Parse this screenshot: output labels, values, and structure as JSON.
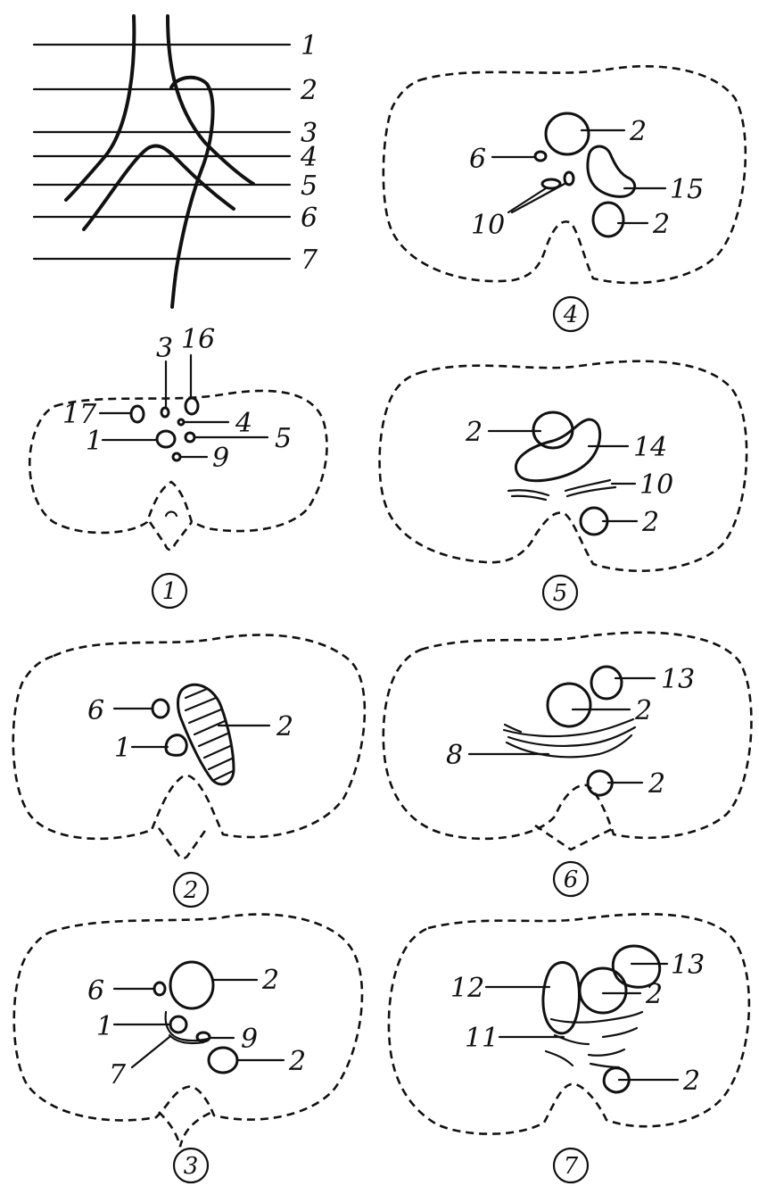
{
  "levels": {
    "labels": [
      "1",
      "2",
      "3",
      "4",
      "5",
      "6",
      "7"
    ]
  },
  "panels": [
    {
      "number": "1",
      "labels": [
        "3",
        "16",
        "17",
        "4",
        "1",
        "5",
        "9"
      ]
    },
    {
      "number": "2",
      "labels": [
        "6",
        "1",
        "2"
      ]
    },
    {
      "number": "3",
      "labels": [
        "6",
        "2",
        "1",
        "9",
        "7",
        "2"
      ]
    },
    {
      "number": "4",
      "labels": [
        "2",
        "6",
        "15",
        "10",
        "2"
      ]
    },
    {
      "number": "5",
      "labels": [
        "2",
        "14",
        "10",
        "2"
      ]
    },
    {
      "number": "6",
      "labels": [
        "13",
        "2",
        "8",
        "2"
      ]
    },
    {
      "number": "7",
      "labels": [
        "13",
        "12",
        "2",
        "11",
        "2"
      ]
    }
  ]
}
